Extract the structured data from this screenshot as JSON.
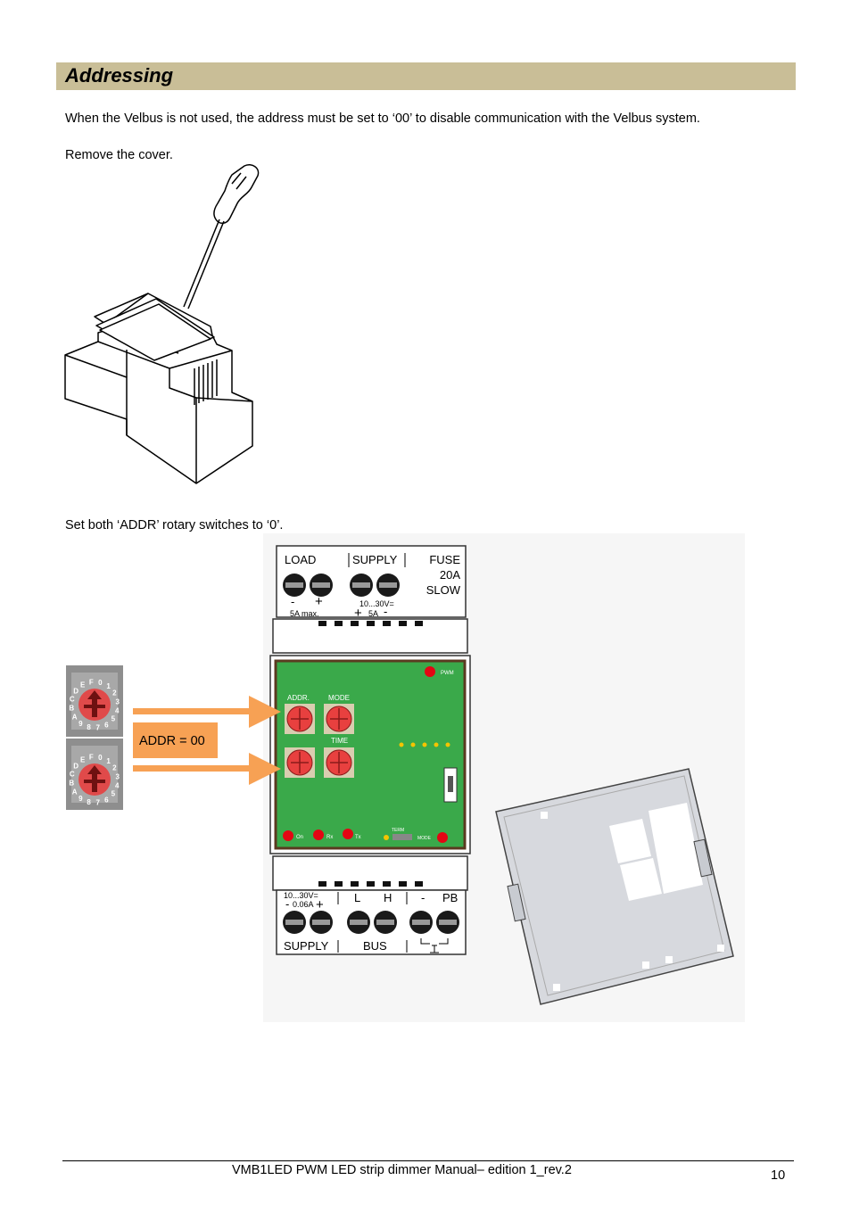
{
  "section": {
    "title": "Addressing"
  },
  "paragraphs": {
    "intro": "When the Velbus is not used, the address must be set to ‘00’ to disable communication with the Velbus system.",
    "remove": "Remove the cover.",
    "set": "Set both ‘ADDR’ rotary switches to ‘0’."
  },
  "module": {
    "top_labels": {
      "load": "LOAD",
      "supply": "SUPPLY",
      "fuse": [
        "FUSE",
        "20A",
        "SLOW"
      ]
    },
    "top_sub": {
      "minus": "-",
      "plus": "+",
      "load_rating": "5A max.",
      "supply_range": "10...30V=",
      "supply_rating": "5A"
    },
    "board": {
      "addr": "ADDR.",
      "mode": "MODE",
      "time": "TIME",
      "pwm": "PWM",
      "on": "On",
      "rx": "Rx",
      "tx": "Tx",
      "term": "TERM",
      "mode_btn": "MODE"
    },
    "bottom_labels": {
      "supply_range": "10...30V=",
      "supply_current": "0.06A",
      "l": "L",
      "h": "H",
      "minus": "-",
      "pb": "PB",
      "supply": "SUPPLY",
      "bus": "BUS"
    },
    "callout": "ADDR = 00",
    "dial_digits": [
      "0",
      "1",
      "2",
      "3",
      "4",
      "5",
      "6",
      "7",
      "8",
      "9",
      "A",
      "B",
      "C",
      "D",
      "E",
      "F"
    ]
  },
  "colors": {
    "header_bg": "#c9be97",
    "arrow": "#f7a154",
    "board": "#3aa94a",
    "led_red": "#e30613",
    "led_yellow": "#f5c400"
  },
  "footer": {
    "text": "VMB1LED PWM LED strip dimmer Manual– edition 1_rev.2",
    "page": "10"
  }
}
